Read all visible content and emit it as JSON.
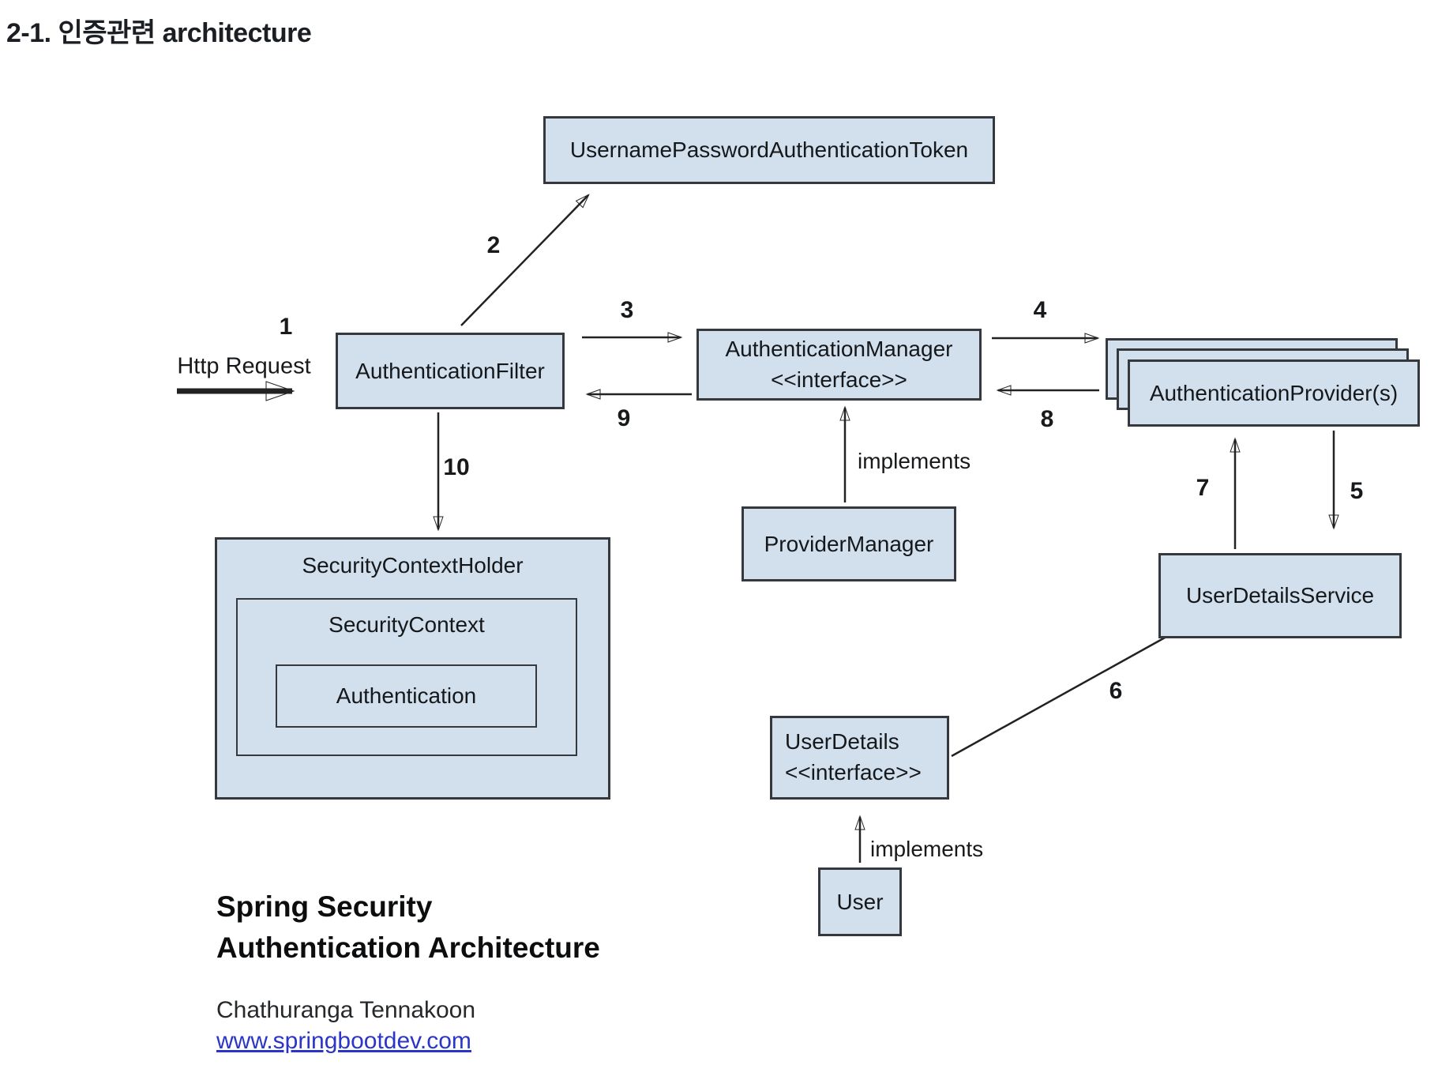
{
  "page": {
    "title": "2-1. 인증관련 architecture"
  },
  "diagram": {
    "nodes": {
      "token": {
        "label": "UsernamePasswordAuthenticationToken"
      },
      "filter": {
        "label": "AuthenticationFilter"
      },
      "manager": {
        "line1": "AuthenticationManager",
        "line2": "<<interface>>"
      },
      "provider": {
        "label": "AuthenticationProvider(s)"
      },
      "provider_manager": {
        "label": "ProviderManager"
      },
      "user_details_service": {
        "label": "UserDetailsService"
      },
      "security_context_holder": {
        "label": "SecurityContextHolder"
      },
      "security_context": {
        "label": "SecurityContext"
      },
      "authentication": {
        "label": "Authentication"
      },
      "user_details": {
        "line1": "UserDetails",
        "line2": "<<interface>>"
      },
      "user": {
        "label": "User"
      }
    },
    "edge_labels": {
      "e1": "1",
      "e2": "2",
      "e3": "3",
      "e4": "4",
      "e5": "5",
      "e6": "6",
      "e7": "7",
      "e8": "8",
      "e9": "9",
      "e10": "10",
      "implements_manager": "implements",
      "implements_user": "implements",
      "http_request": "Http Request"
    },
    "colors": {
      "node_fill": "#d2e0ee",
      "node_border": "#35393d",
      "connector": "#222222",
      "link": "#2b35c8"
    }
  },
  "footer": {
    "heading_line1": "Spring Security",
    "heading_line2": "Authentication Architecture",
    "author": "Chathuranga Tennakoon",
    "link": "www.springbootdev.com"
  }
}
